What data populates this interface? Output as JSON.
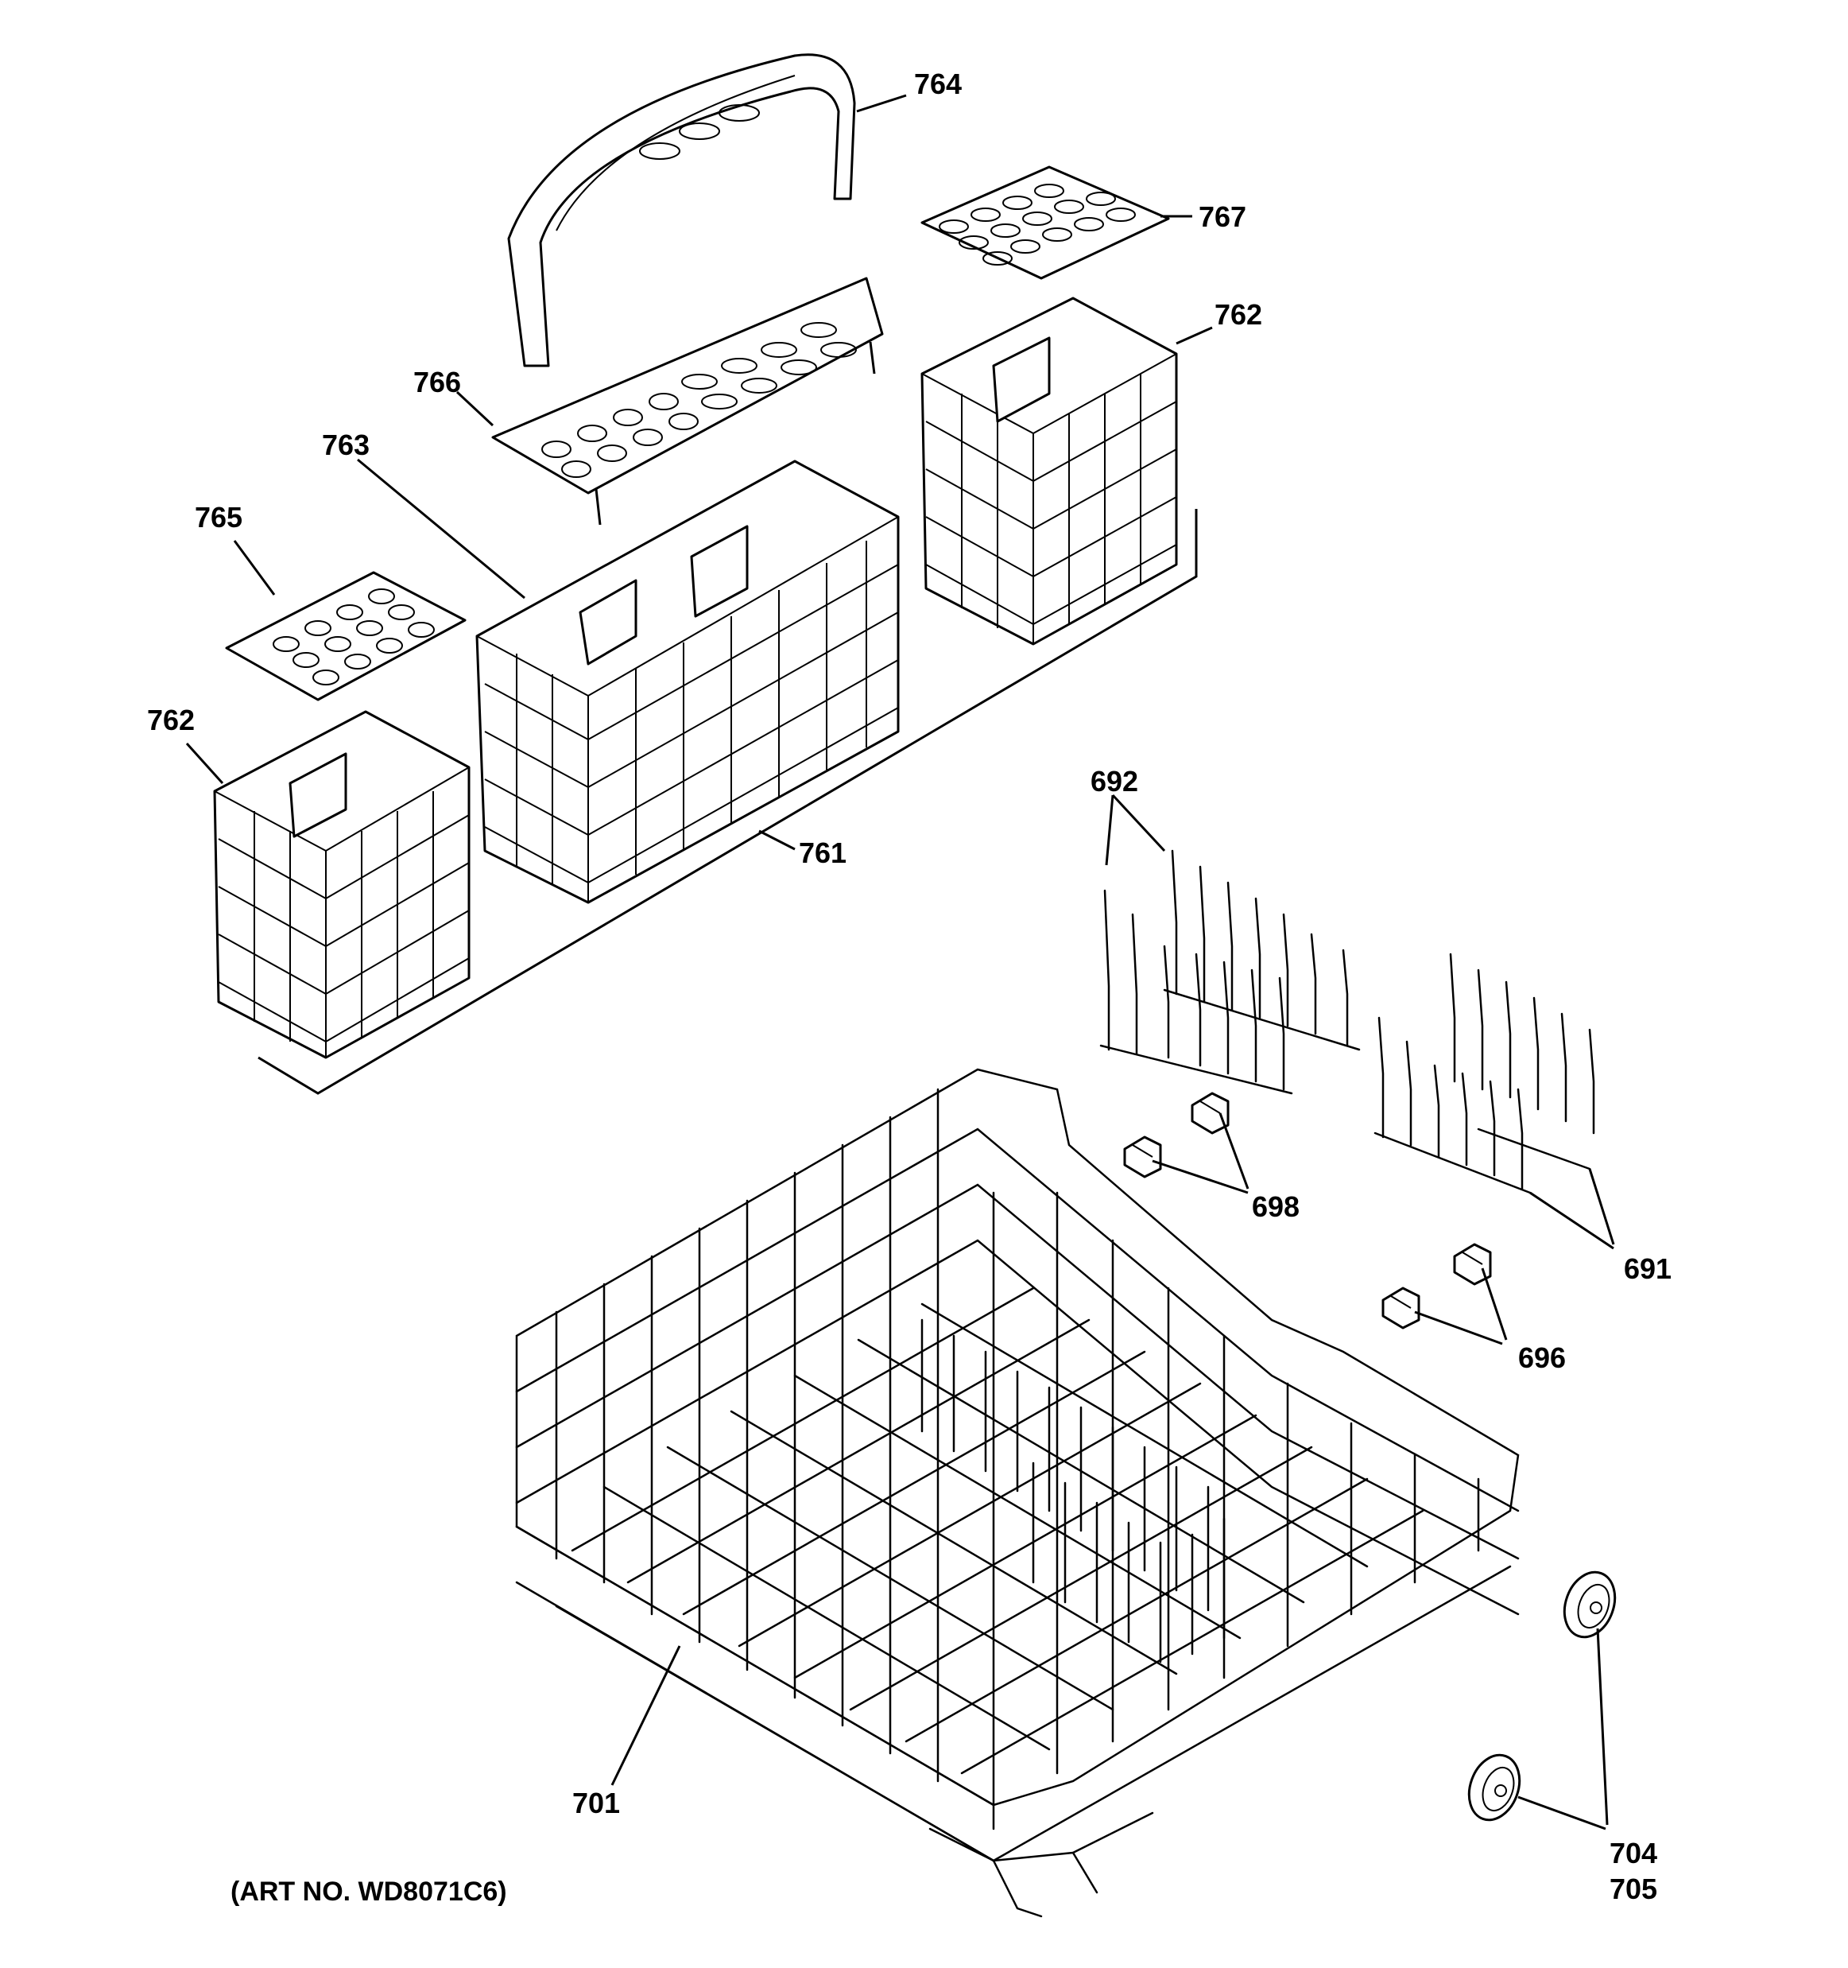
{
  "caption": "(ART NO. WD8071C6)",
  "callouts": {
    "764": "764",
    "767": "767",
    "762a": "762",
    "766": "766",
    "763": "763",
    "765": "765",
    "762b": "762",
    "761": "761",
    "692": "692",
    "698": "698",
    "691": "691",
    "696": "696",
    "701": "701",
    "704": "704",
    "705": "705"
  }
}
